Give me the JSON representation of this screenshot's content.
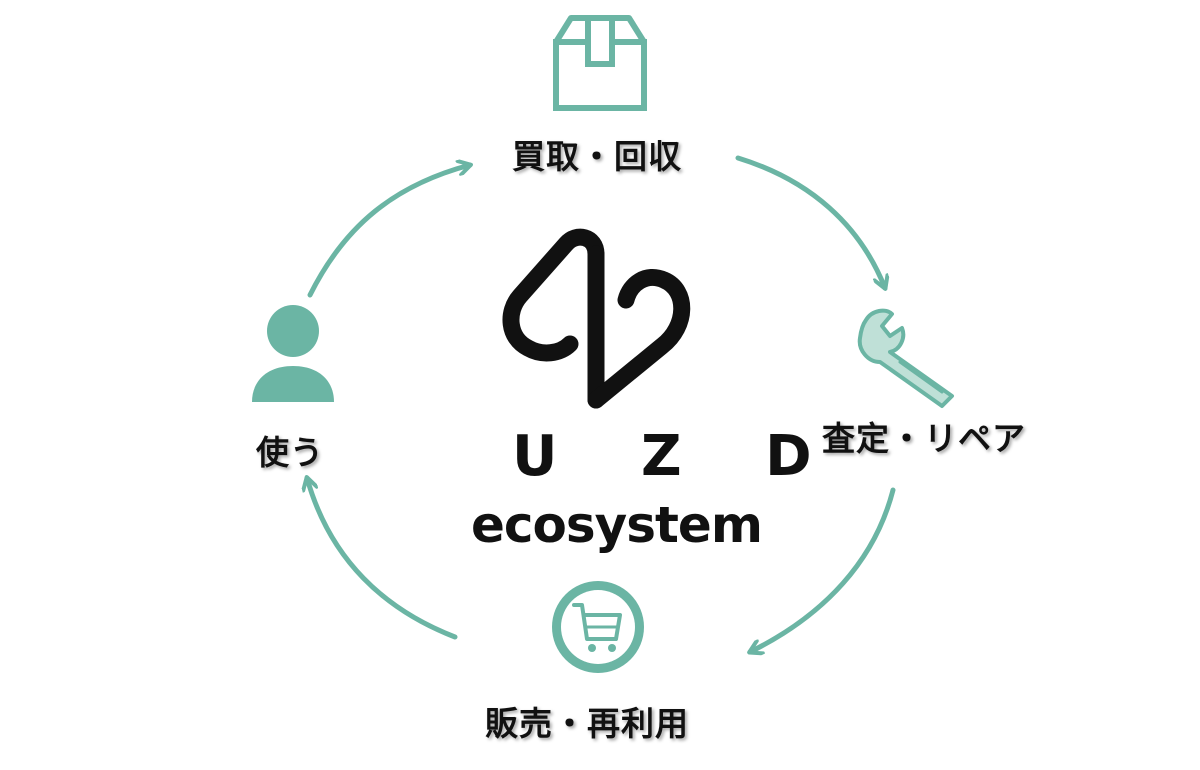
{
  "colors": {
    "accent": "#6bb5a4",
    "text": "#111111",
    "background": "#ffffff"
  },
  "logo": {
    "name": "U Z D",
    "tagline": "ecosystem"
  },
  "cycle": {
    "steps": [
      {
        "label": "買取・回収",
        "icon": "box-icon"
      },
      {
        "label": "査定・リペア",
        "icon": "wrench-icon"
      },
      {
        "label": "販売・再利用",
        "icon": "cart-icon"
      },
      {
        "label": "使う",
        "icon": "person-icon"
      }
    ]
  }
}
